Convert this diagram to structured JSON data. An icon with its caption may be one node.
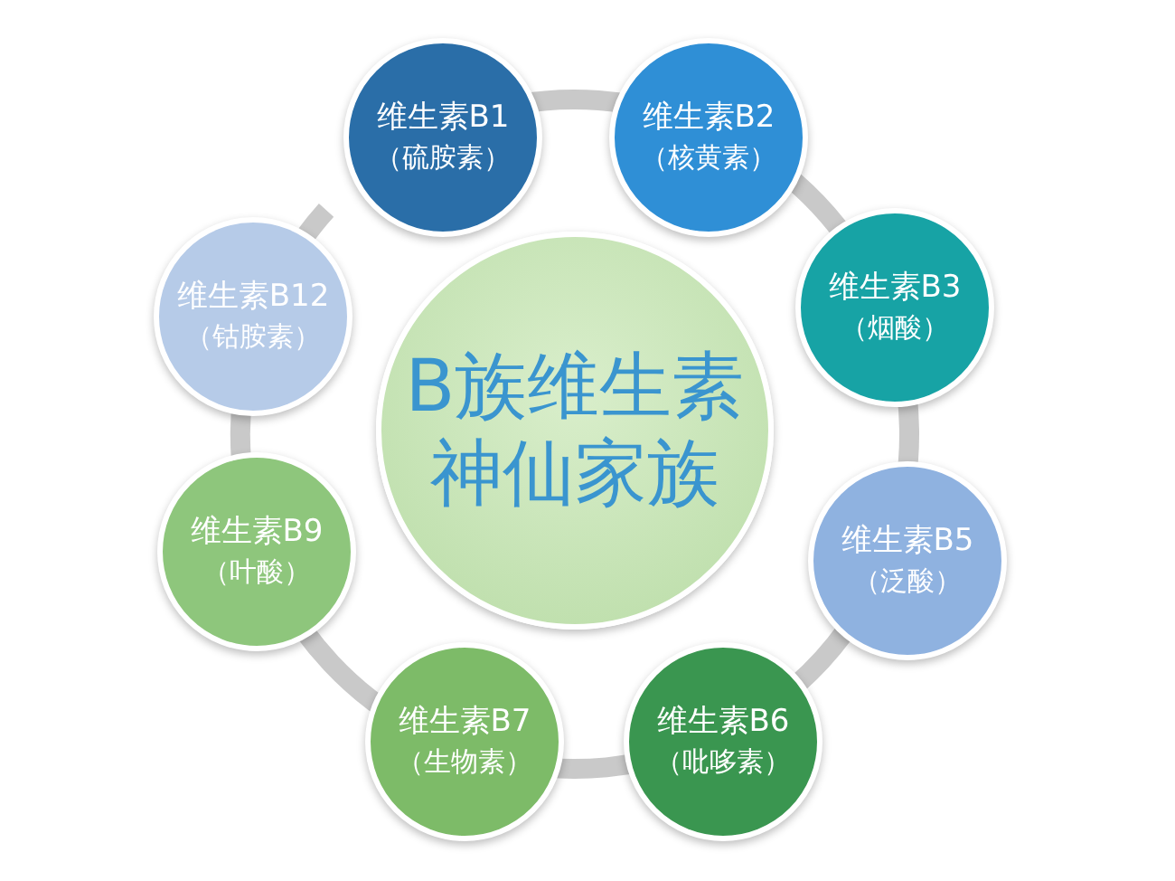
{
  "diagram": {
    "nodes": [
      {
        "text": [
          "B族维生素",
          "神仙家族"
        ]
      },
      {
        "text": [
          "维生素B1",
          "（硫胺素）"
        ]
      },
      {
        "text": [
          "维生素B2",
          "（核黄素）"
        ]
      },
      {
        "text": [
          "维生素B3",
          "（烟酸）"
        ]
      },
      {
        "text": [
          "维生素B5",
          "（泛酸）"
        ]
      },
      {
        "text": [
          "维生素B6",
          "（吡哆素）"
        ]
      },
      {
        "text": [
          "维生素B7",
          "（生物素）"
        ]
      },
      {
        "text": [
          "维生素B9",
          "（叶酸）"
        ]
      },
      {
        "text": [
          "维生素B12",
          "（钴胺素）"
        ]
      }
    ]
  }
}
